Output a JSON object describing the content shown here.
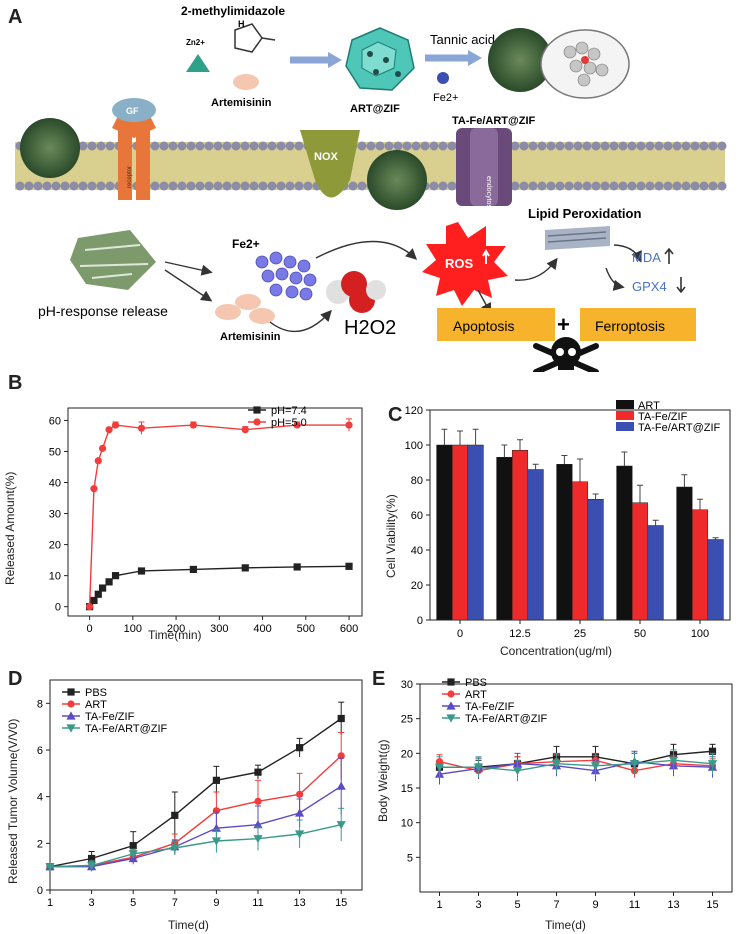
{
  "panels": {
    "A": "A",
    "B": "B",
    "C": "C",
    "D": "D",
    "E": "E"
  },
  "scheme": {
    "reagent_top": "2-methylimidazole",
    "zn": "Zn2+",
    "artemisinin": "Artemisinin",
    "art_zif": "ART@ZIF",
    "tannic_acid": "Tannic acid",
    "fe_reagent": "Fe2+",
    "ta_fe_art_zif": "TA-Fe/ART@ZIF",
    "gf": "GF",
    "receptor": "receptor",
    "nox": "NOX",
    "endocytosis": "endocytosis",
    "lipid_peroxidation": "Lipid  Peroxidation",
    "mda": "MDA",
    "gpx4": "GPX4",
    "ros": "ROS",
    "fe2": "Fe2+",
    "ph_release": "pH-response release",
    "artemisinin_bottom": "Artemisinin",
    "h2o2": "H2O2",
    "apoptosis": "Apoptosis",
    "plus": "+",
    "ferroptosis": "Ferroptosis",
    "colors": {
      "membrane_head": "#8c8ca6",
      "membrane_tail": "#c4b46a",
      "ros_red": "#ff1f1f",
      "orange_box": "#f7b32b",
      "blue_text": "#4a72c4"
    }
  },
  "chart_data": [
    {
      "id": "B",
      "type": "line",
      "xlabel": "Time(min)",
      "ylabel": "Released Amount(%)",
      "xlim": [
        -50,
        630
      ],
      "ylim": [
        -3,
        64
      ],
      "xticks": [
        0,
        100,
        200,
        300,
        400,
        500,
        600
      ],
      "yticks": [
        0,
        10,
        20,
        30,
        40,
        50,
        60
      ],
      "legend_position": "top-right",
      "series": [
        {
          "name": "pH=7.4",
          "color": "#222222",
          "x": [
            0,
            10,
            20,
            30,
            45,
            60,
            120,
            240,
            360,
            480,
            600
          ],
          "y": [
            0,
            2,
            4,
            6,
            8,
            10,
            11.5,
            12,
            12.5,
            12.8,
            13
          ]
        },
        {
          "name": "pH=5.0",
          "color": "#f23d3d",
          "x": [
            0,
            10,
            20,
            30,
            45,
            60,
            120,
            240,
            360,
            480,
            600
          ],
          "y": [
            0,
            38,
            47,
            51,
            57,
            58.5,
            57.5,
            58.5,
            57,
            58.5,
            58.5
          ],
          "err": [
            0,
            0,
            0,
            0,
            0,
            1,
            2,
            1,
            1,
            1,
            2
          ]
        }
      ]
    },
    {
      "id": "C",
      "type": "bar",
      "xlabel": "Concentration(ug/ml)",
      "ylabel": "Cell Viability(%)",
      "ylim": [
        0,
        120
      ],
      "yticks": [
        0,
        20,
        40,
        60,
        80,
        100,
        120
      ],
      "categories": [
        "0",
        "12.5",
        "25",
        "50",
        "100"
      ],
      "legend_position": "top-right",
      "series": [
        {
          "name": "ART",
          "color": "#111111",
          "values": [
            100,
            93,
            89,
            88,
            76
          ],
          "err": [
            9,
            7,
            5,
            8,
            7
          ]
        },
        {
          "name": "TA-Fe/ZIF",
          "color": "#ef2a2a",
          "values": [
            100,
            97,
            79,
            67,
            63
          ],
          "err": [
            8,
            6,
            13,
            10,
            6
          ]
        },
        {
          "name": "TA-Fe/ART@ZIF",
          "color": "#3a4fb0",
          "values": [
            100,
            86,
            69,
            54,
            46
          ],
          "err": [
            9,
            3,
            3,
            3,
            1
          ]
        }
      ]
    },
    {
      "id": "D",
      "type": "line",
      "xlabel": "Time(d)",
      "ylabel": "Released Tumor Volume(V/V0)",
      "xlim": [
        1,
        16
      ],
      "ylim": [
        0,
        9
      ],
      "xticks": [
        1,
        3,
        5,
        7,
        9,
        11,
        13,
        15
      ],
      "yticks": [
        0,
        2,
        4,
        6,
        8
      ],
      "legend_position": "top-left",
      "series": [
        {
          "name": "PBS",
          "color": "#222222",
          "marker": "square",
          "x": [
            1,
            3,
            5,
            7,
            9,
            11,
            13,
            15
          ],
          "y": [
            1,
            1.35,
            1.9,
            3.2,
            4.7,
            5.05,
            6.1,
            7.35
          ],
          "err": [
            0,
            0.3,
            0.6,
            1.0,
            0.6,
            0.3,
            0.4,
            0.7
          ]
        },
        {
          "name": "ART",
          "color": "#f23d3d",
          "marker": "circle",
          "x": [
            1,
            3,
            5,
            7,
            9,
            11,
            13,
            15
          ],
          "y": [
            1,
            1.05,
            1.4,
            2.0,
            3.4,
            3.8,
            4.1,
            5.75
          ],
          "err": [
            0,
            0.2,
            0.3,
            0.4,
            0.8,
            0.9,
            0.9,
            1.0
          ]
        },
        {
          "name": "TA-Fe/ZIF",
          "color": "#5b4bc4",
          "marker": "triangle",
          "x": [
            1,
            3,
            5,
            7,
            9,
            11,
            13,
            15
          ],
          "y": [
            1,
            1.0,
            1.35,
            1.85,
            2.65,
            2.8,
            3.3,
            4.45
          ],
          "err": [
            0,
            0.2,
            0.2,
            0.3,
            0.7,
            0.8,
            0.6,
            1.2
          ]
        },
        {
          "name": "TA-Fe/ART@ZIF",
          "color": "#3a9a8a",
          "marker": "triangle-down",
          "x": [
            1,
            3,
            5,
            7,
            9,
            11,
            13,
            15
          ],
          "y": [
            1,
            1.05,
            1.55,
            1.8,
            2.1,
            2.2,
            2.4,
            2.8
          ],
          "err": [
            0,
            0.2,
            0.2,
            0.3,
            0.5,
            0.5,
            0.6,
            0.7
          ]
        }
      ]
    },
    {
      "id": "E",
      "type": "line",
      "xlabel": "Time(d)",
      "ylabel": "Body Weight(g)",
      "xlim": [
        0,
        16
      ],
      "ylim": [
        0,
        30
      ],
      "xticks": [
        1,
        3,
        5,
        7,
        9,
        11,
        13,
        15
      ],
      "yticks": [
        5,
        10,
        15,
        20,
        25,
        30
      ],
      "legend_position": "top-left",
      "series": [
        {
          "name": "PBS",
          "color": "#222222",
          "marker": "square",
          "x": [
            1,
            3,
            5,
            7,
            9,
            11,
            13,
            15
          ],
          "y": [
            18,
            18,
            18.5,
            19.5,
            19.5,
            18.5,
            19.8,
            20.3
          ],
          "err": [
            1,
            1,
            1,
            1.5,
            1.5,
            1.5,
            1.5,
            1
          ]
        },
        {
          "name": "ART",
          "color": "#f23d3d",
          "marker": "circle",
          "x": [
            1,
            3,
            5,
            7,
            9,
            11,
            13,
            15
          ],
          "y": [
            18.8,
            17.5,
            18.5,
            18.8,
            19,
            17.5,
            18.5,
            18.2
          ],
          "err": [
            1,
            1,
            1,
            1,
            1,
            1,
            1,
            1
          ]
        },
        {
          "name": "TA-Fe/ZIF",
          "color": "#5b4bc4",
          "marker": "triangle",
          "x": [
            1,
            3,
            5,
            7,
            9,
            11,
            13,
            15
          ],
          "y": [
            17,
            17.8,
            18.5,
            18.2,
            17.5,
            18.8,
            18.2,
            18
          ],
          "err": [
            1.5,
            1.5,
            1.5,
            1.5,
            1.5,
            1.5,
            1.5,
            1.5
          ]
        },
        {
          "name": "TA-Fe/ART@ZIF",
          "color": "#3a9a8a",
          "marker": "triangle-down",
          "x": [
            1,
            3,
            5,
            7,
            9,
            11,
            13,
            15
          ],
          "y": [
            18,
            18,
            17.5,
            18.5,
            18.2,
            18.5,
            19,
            18.5
          ],
          "err": [
            1.5,
            1.5,
            1.5,
            1.5,
            1.5,
            1.5,
            1.5,
            1.5
          ]
        }
      ]
    }
  ]
}
